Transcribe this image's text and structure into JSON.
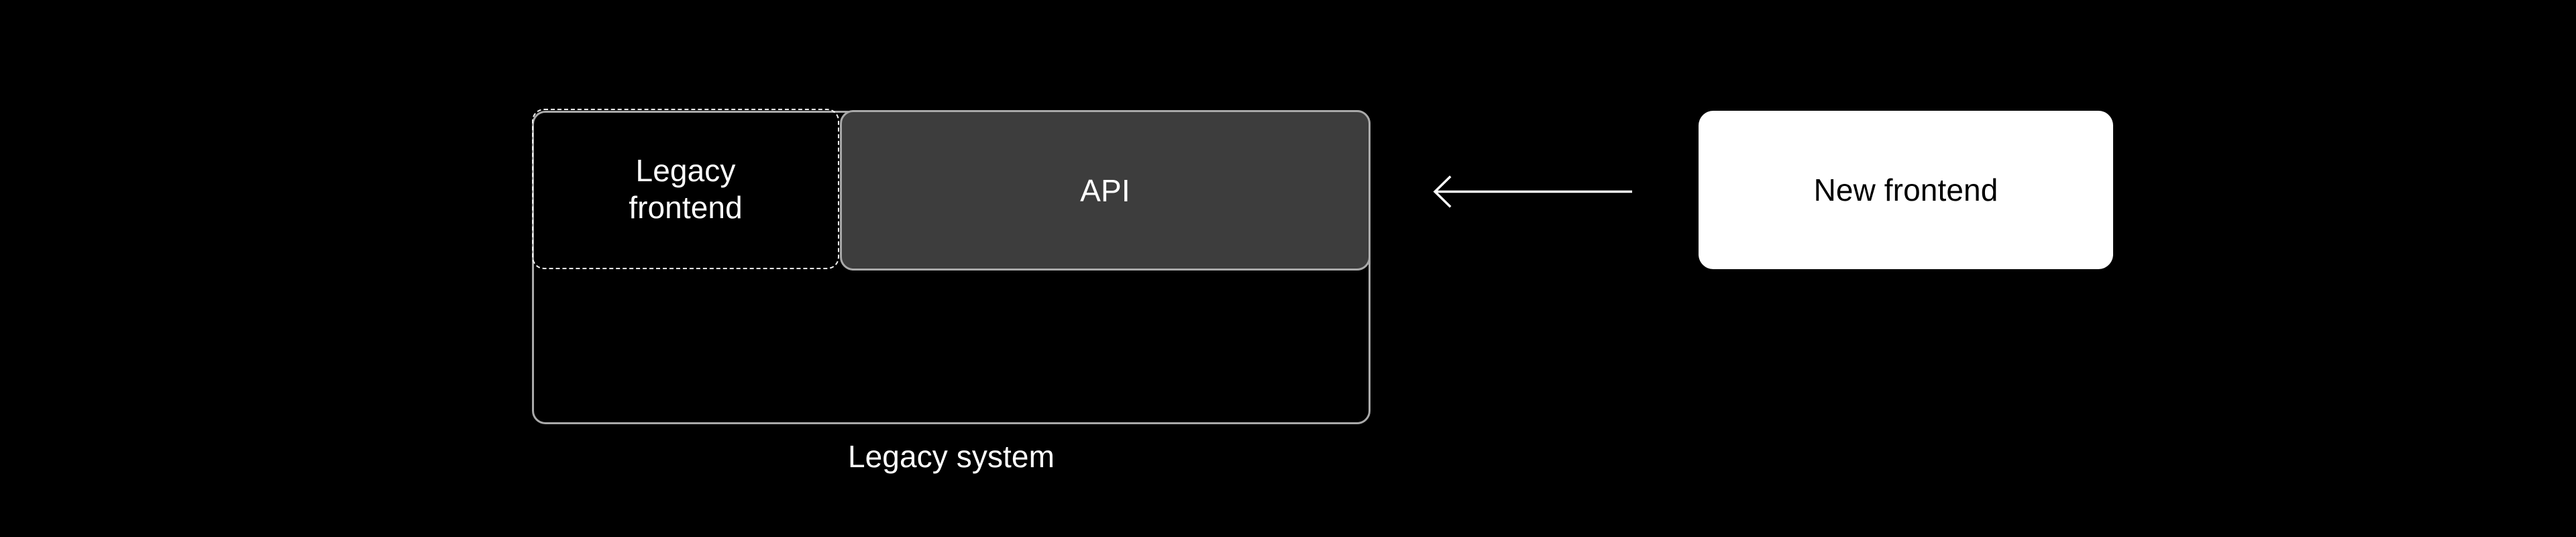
{
  "diagram": {
    "background_color": "#000000",
    "title": "",
    "nodes": {
      "legacy_system": {
        "label": "Legacy system",
        "border_color": "#a9a9a9",
        "fill_color": "#000000",
        "text_color": "#ffffff",
        "border_style": "solid"
      },
      "legacy_frontend": {
        "label": "Legacy\nfrontend",
        "line1": "Legacy",
        "line2": "frontend",
        "border_color": "#f2f2f2",
        "fill_color": "transparent",
        "text_color": "#ffffff",
        "border_style": "dashed"
      },
      "api": {
        "label": "API",
        "border_color": "#a9a9a9",
        "fill_color": "#3d3d3d",
        "text_color": "#ffffff",
        "border_style": "solid"
      },
      "new_frontend": {
        "label": "New frontend",
        "border_color": "#ffffff",
        "fill_color": "#ffffff",
        "text_color": "#000000",
        "border_style": "none"
      }
    },
    "edges": [
      {
        "name": "new-frontend-to-api",
        "from": "new_frontend",
        "to": "api",
        "label": "",
        "direction": "left",
        "color": "#ffffff",
        "style": "solid",
        "arrowhead": "open"
      }
    ]
  }
}
